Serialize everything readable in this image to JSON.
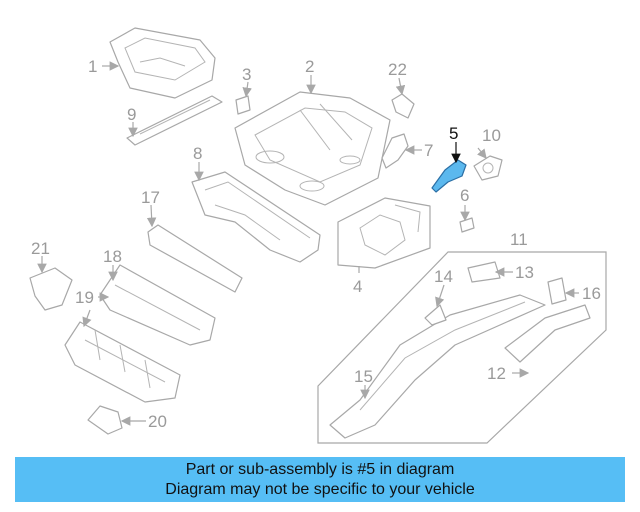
{
  "diagram": {
    "callouts": [
      "1",
      "2",
      "3",
      "4",
      "5",
      "6",
      "7",
      "8",
      "9",
      "10",
      "11",
      "12",
      "13",
      "14",
      "15",
      "16",
      "17",
      "18",
      "19",
      "20",
      "21",
      "22"
    ],
    "highlighted_part": "5",
    "highlight_color": "#5bb8ee",
    "line_color": "#a8a8a8"
  },
  "banner": {
    "line1": "Part or sub-assembly is #5 in diagram",
    "line2": "Diagram may not be specific to your vehicle",
    "background": "#56bef5"
  }
}
